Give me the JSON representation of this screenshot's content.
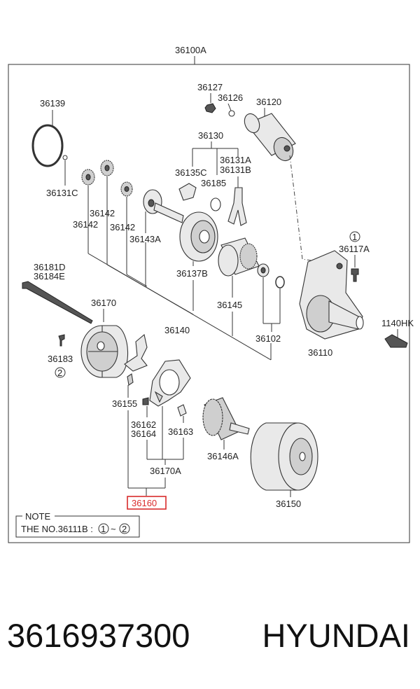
{
  "diagram": {
    "assembly_label": "36100A",
    "part_labels": {
      "p36127": "36127",
      "p36126": "36126",
      "p36120": "36120",
      "p36139": "36139",
      "p36130": "36130",
      "p36131A": "36131A",
      "p36131B": "36131B",
      "p36135C": "36135C",
      "p36185": "36185",
      "p36131C": "36131C",
      "p36142a": "36142",
      "p36142b": "36142",
      "p36142c": "36142",
      "p36143A": "36143A",
      "p36117A": "36117A",
      "p36181D": "36181D",
      "p36184E": "36184E",
      "p36137B": "36137B",
      "p36170": "36170",
      "p36145": "36145",
      "p36140": "36140",
      "p1140HK": "1140HK",
      "p36102": "36102",
      "p36110": "36110",
      "p36183": "36183",
      "p36155": "36155",
      "p36162": "36162",
      "p36164": "36164",
      "p36163": "36163",
      "p36146A": "36146A",
      "p36170A": "36170A",
      "p36160": "36160",
      "p36150": "36150"
    },
    "circled_refs": {
      "ref_36117A": "1",
      "ref_36183": "2"
    },
    "highlighted_part": "36160",
    "highlight_color": "#d92b2b",
    "note": {
      "title": "NOTE",
      "text": "THE NO.36111B : ",
      "range_start": "1",
      "range_sep": "~",
      "range_end": "2"
    }
  },
  "footer": {
    "part_number": "3616937300",
    "brand": "HYUNDAI"
  }
}
